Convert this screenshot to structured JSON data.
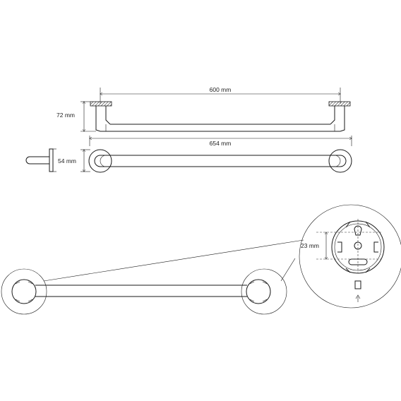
{
  "dimensions": {
    "length_inner": "600 mm",
    "height": "72 mm",
    "length_overall": "654 mm",
    "depth": "54 mm",
    "hole_spacing": "23 mm"
  },
  "colors": {
    "line": "#1a1a1a",
    "background": "#ffffff"
  }
}
